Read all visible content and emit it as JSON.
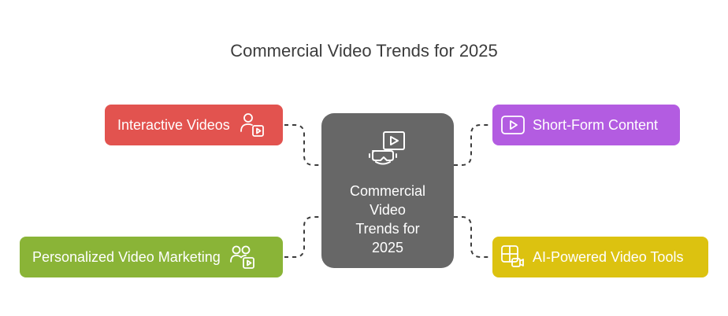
{
  "title": "Commercial Video Trends for 2025",
  "center": {
    "label": "Commercial\nVideo\nTrends for\n2025",
    "icon": "vr-video-icon"
  },
  "nodes": {
    "interactive": {
      "label": "Interactive Videos",
      "icon": "user-video-icon",
      "color": "#e2534f"
    },
    "personalized": {
      "label": "Personalized Video Marketing",
      "icon": "users-video-icon",
      "color": "#8ab437"
    },
    "short_form": {
      "label": "Short-Form Content",
      "icon": "play-icon",
      "color": "#b35ce1"
    },
    "ai_tools": {
      "label": "AI-Powered Video Tools",
      "icon": "layout-camera-icon",
      "color": "#dcc210"
    }
  },
  "colors": {
    "center": "#676767",
    "connector": "#3c3c3c"
  }
}
